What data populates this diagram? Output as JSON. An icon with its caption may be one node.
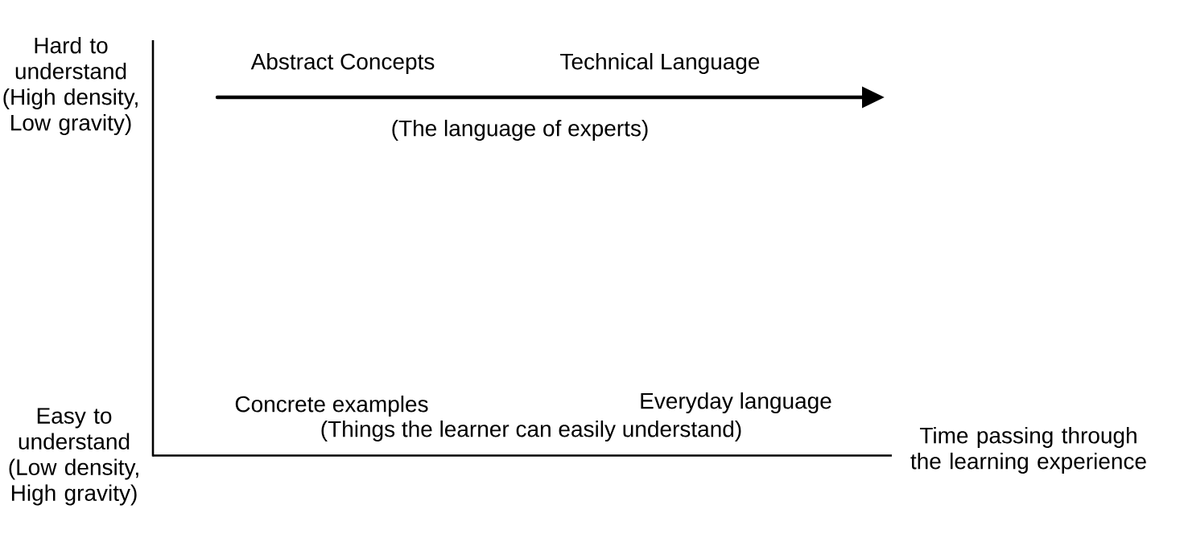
{
  "diagram": {
    "labels": [
      "Hard to understand (High density, Low gravity)",
      "Abstract Concepts",
      "Technical Language",
      "(The language of experts)",
      "Easy to understand (Low density, High gravity)",
      "Concrete examples",
      "Everyday language",
      "(Things the learner can easily understand)",
      "Time passing through the learning experience"
    ]
  }
}
